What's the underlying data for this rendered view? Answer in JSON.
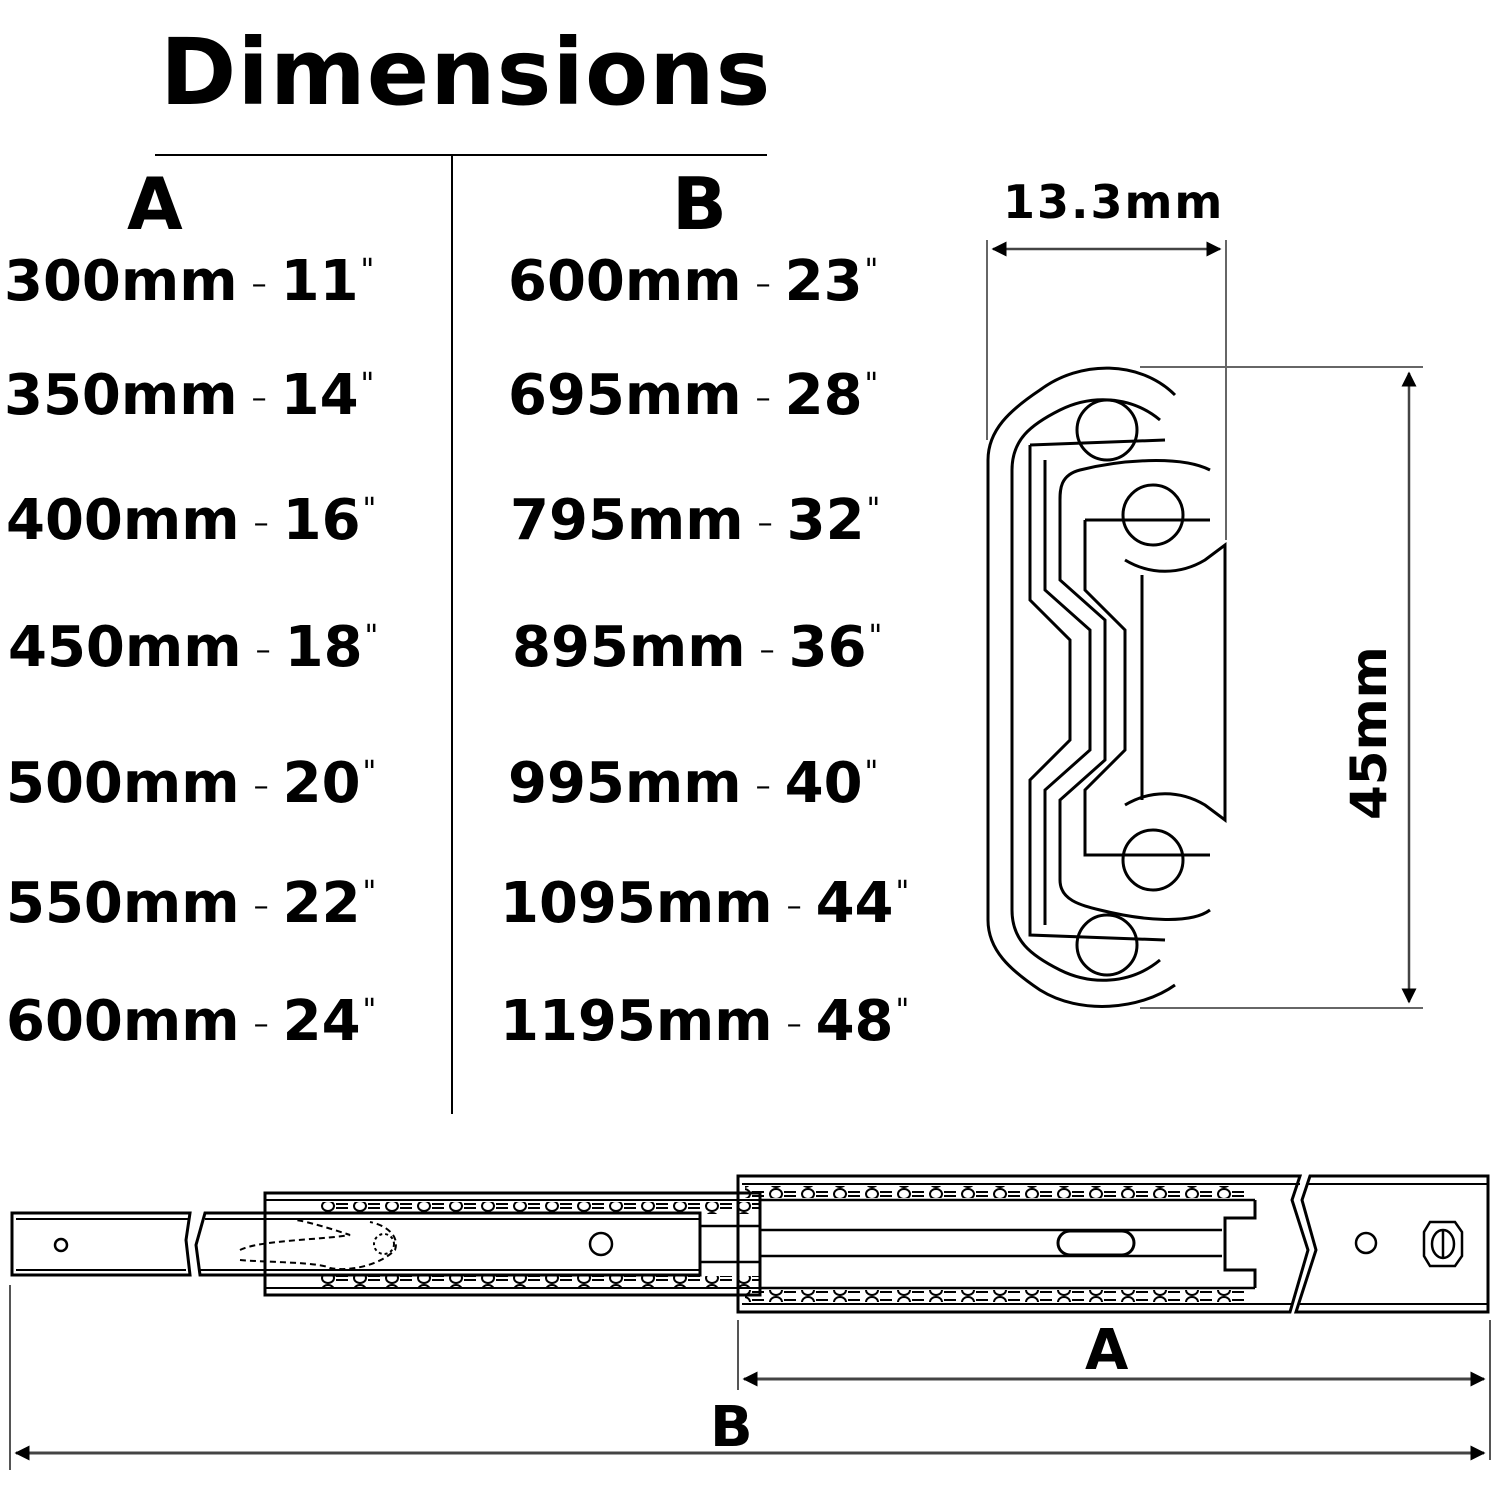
{
  "title": "Dimensions",
  "table": {
    "columns": [
      {
        "header": "A",
        "rows": [
          {
            "mm": "300mm",
            "inch": "11"
          },
          {
            "mm": "350mm",
            "inch": "14"
          },
          {
            "mm": "400mm",
            "inch": "16"
          },
          {
            "mm": "450mm",
            "inch": "18"
          },
          {
            "mm": "500mm",
            "inch": "20"
          },
          {
            "mm": "550mm",
            "inch": "22"
          },
          {
            "mm": "600mm",
            "inch": "24"
          }
        ]
      },
      {
        "header": "B",
        "rows": [
          {
            "mm": "600mm",
            "inch": "23"
          },
          {
            "mm": "695mm",
            "inch": "28"
          },
          {
            "mm": "795mm",
            "inch": "32"
          },
          {
            "mm": "895mm",
            "inch": "36"
          },
          {
            "mm": "995mm",
            "inch": "40"
          },
          {
            "mm": "1095mm",
            "inch": "44"
          },
          {
            "mm": "1195mm",
            "inch": "48"
          }
        ]
      }
    ],
    "separator": "–",
    "inch_mark": "\""
  },
  "cross_section": {
    "width_label": "13.3mm",
    "height_label": "45mm"
  },
  "slide_diagram": {
    "label_a": "A",
    "label_b": "B"
  }
}
